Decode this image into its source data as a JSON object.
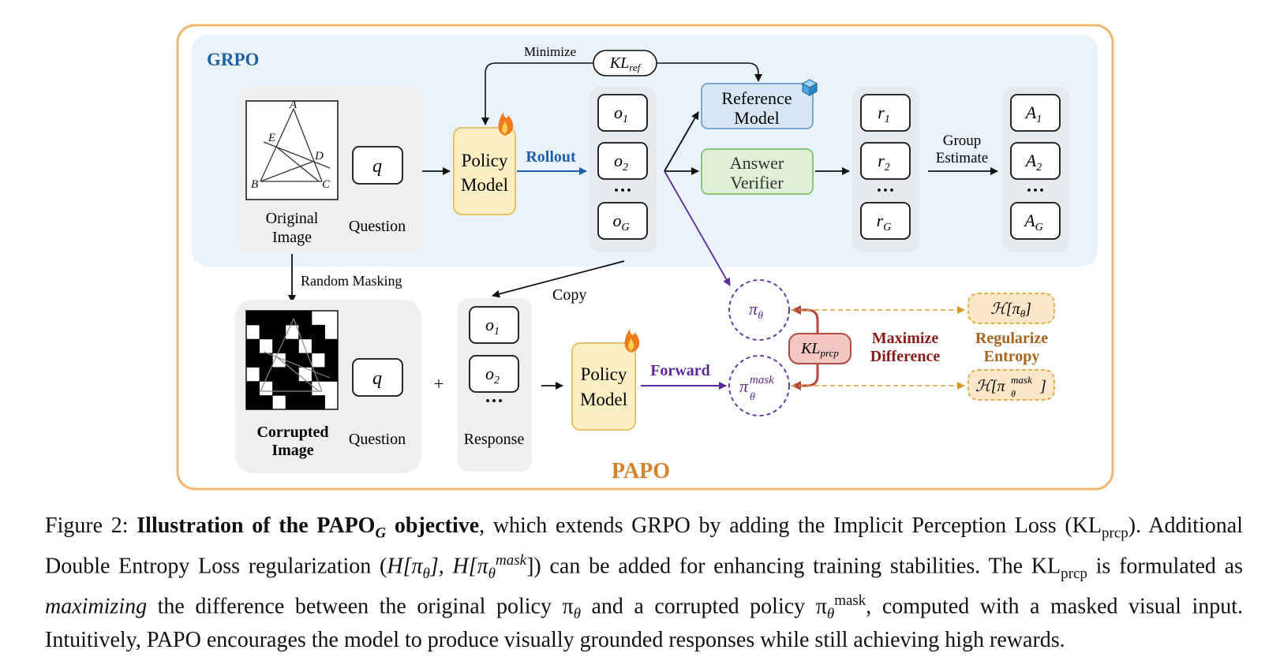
{
  "colors": {
    "papo_border": "#f2b66d",
    "grpo_bg": "#eaf2fb",
    "panel_bg": "#efefef",
    "policy_fill": "#fcefc4",
    "policy_stroke": "#e8c26a",
    "reference_fill": "#d6e6f7",
    "reference_stroke": "#7fa6cf",
    "verifier_fill": "#dff0d7",
    "verifier_stroke": "#8cc47a",
    "purple": "#5b2a9a",
    "grpo_label": "#1f5fa8",
    "rollout_label": "#1f5fa8",
    "papo_label": "#d6822a",
    "kl_prcp_fill": "#f4c7c3",
    "kl_prcp_stroke": "#b34a40",
    "maximize_label": "#8b1a1a",
    "regularize_label": "#a5651e",
    "entropy_fill": "#fde6c7",
    "entropy_stroke": "#e6a93c"
  },
  "icons": {
    "flame": "flame-icon",
    "cube": "cube-icon"
  },
  "diagram": {
    "grpo_label": "GRPO",
    "papo_label": "PAPO",
    "minimize_label": "Minimize",
    "kl_ref": {
      "base": "KL",
      "sub": "ref"
    },
    "original_image_label": [
      "Original",
      "Image"
    ],
    "question_label": "Question",
    "q_symbol": "q",
    "policy_model_label": [
      "Policy",
      "Model"
    ],
    "rollout_label": "Rollout",
    "outputs": [
      {
        "base": "o",
        "sub": "1"
      },
      {
        "base": "o",
        "sub": "2"
      },
      {
        "base": "o",
        "sub": "G"
      }
    ],
    "ellipsis": "···",
    "reference_model_label": [
      "Reference",
      "Model"
    ],
    "answer_verifier_label": [
      "Answer",
      "Verifier"
    ],
    "rewards": [
      {
        "base": "r",
        "sub": "1"
      },
      {
        "base": "r",
        "sub": "2"
      },
      {
        "base": "r",
        "sub": "G"
      }
    ],
    "group_estimate_label": [
      "Group",
      "Estimate"
    ],
    "advantages": [
      {
        "base": "A",
        "sub": "1"
      },
      {
        "base": "A",
        "sub": "2"
      },
      {
        "base": "A",
        "sub": "G"
      }
    ],
    "random_masking_label": "Random Masking",
    "copy_label": "Copy",
    "corrupted_image_label": [
      "Corrupted",
      "Image"
    ],
    "plus_symbol": "+",
    "arrow_symbol": "→",
    "response_outputs": [
      {
        "base": "o",
        "sub": "1"
      },
      {
        "base": "o",
        "sub": "2"
      }
    ],
    "response_label": "Response",
    "forward_label": "Forward",
    "pi_theta": {
      "base": "π",
      "sub": "θ"
    },
    "pi_mask": {
      "base": "π",
      "sub": "θ",
      "sup": "mask"
    },
    "kl_prcp": {
      "base": "KL",
      "sub": "prcp"
    },
    "maximize_difference_label": [
      "Maximize",
      "Difference"
    ],
    "regularize_entropy_label": [
      "Regularize",
      "Entropy"
    ],
    "entropy_theta": "ℋ[π",
    "entropy_theta_sub": "θ",
    "entropy_close": "]",
    "geometry_labels": [
      "A",
      "E",
      "D",
      "B",
      "C"
    ]
  },
  "caption": {
    "prefix": "Figure 2: ",
    "bold_title": "Illustration of the PAPO",
    "bold_title_sub": "G",
    "bold_title_end": " objective",
    "text1": ", which extends GRPO by adding the Implicit Perception Loss (KL",
    "kl_sub": "prcp",
    "text2": "). Additional Double Entropy Loss regularization (",
    "h1": "H[π",
    "h_sub": "θ",
    "h_mid": "], H[π",
    "h_sup": "mask",
    "text3": "]) can be added for enhancing training stabilities. The KL",
    "text4": " is formulated as ",
    "italic_word": "maximizing",
    "text5": " the difference between the original policy π",
    "text6": " and a corrupted policy π",
    "text7": ", computed with a masked visual input. Intuitively, PAPO encourages the model to produce visually grounded responses while still achieving high rewards."
  }
}
